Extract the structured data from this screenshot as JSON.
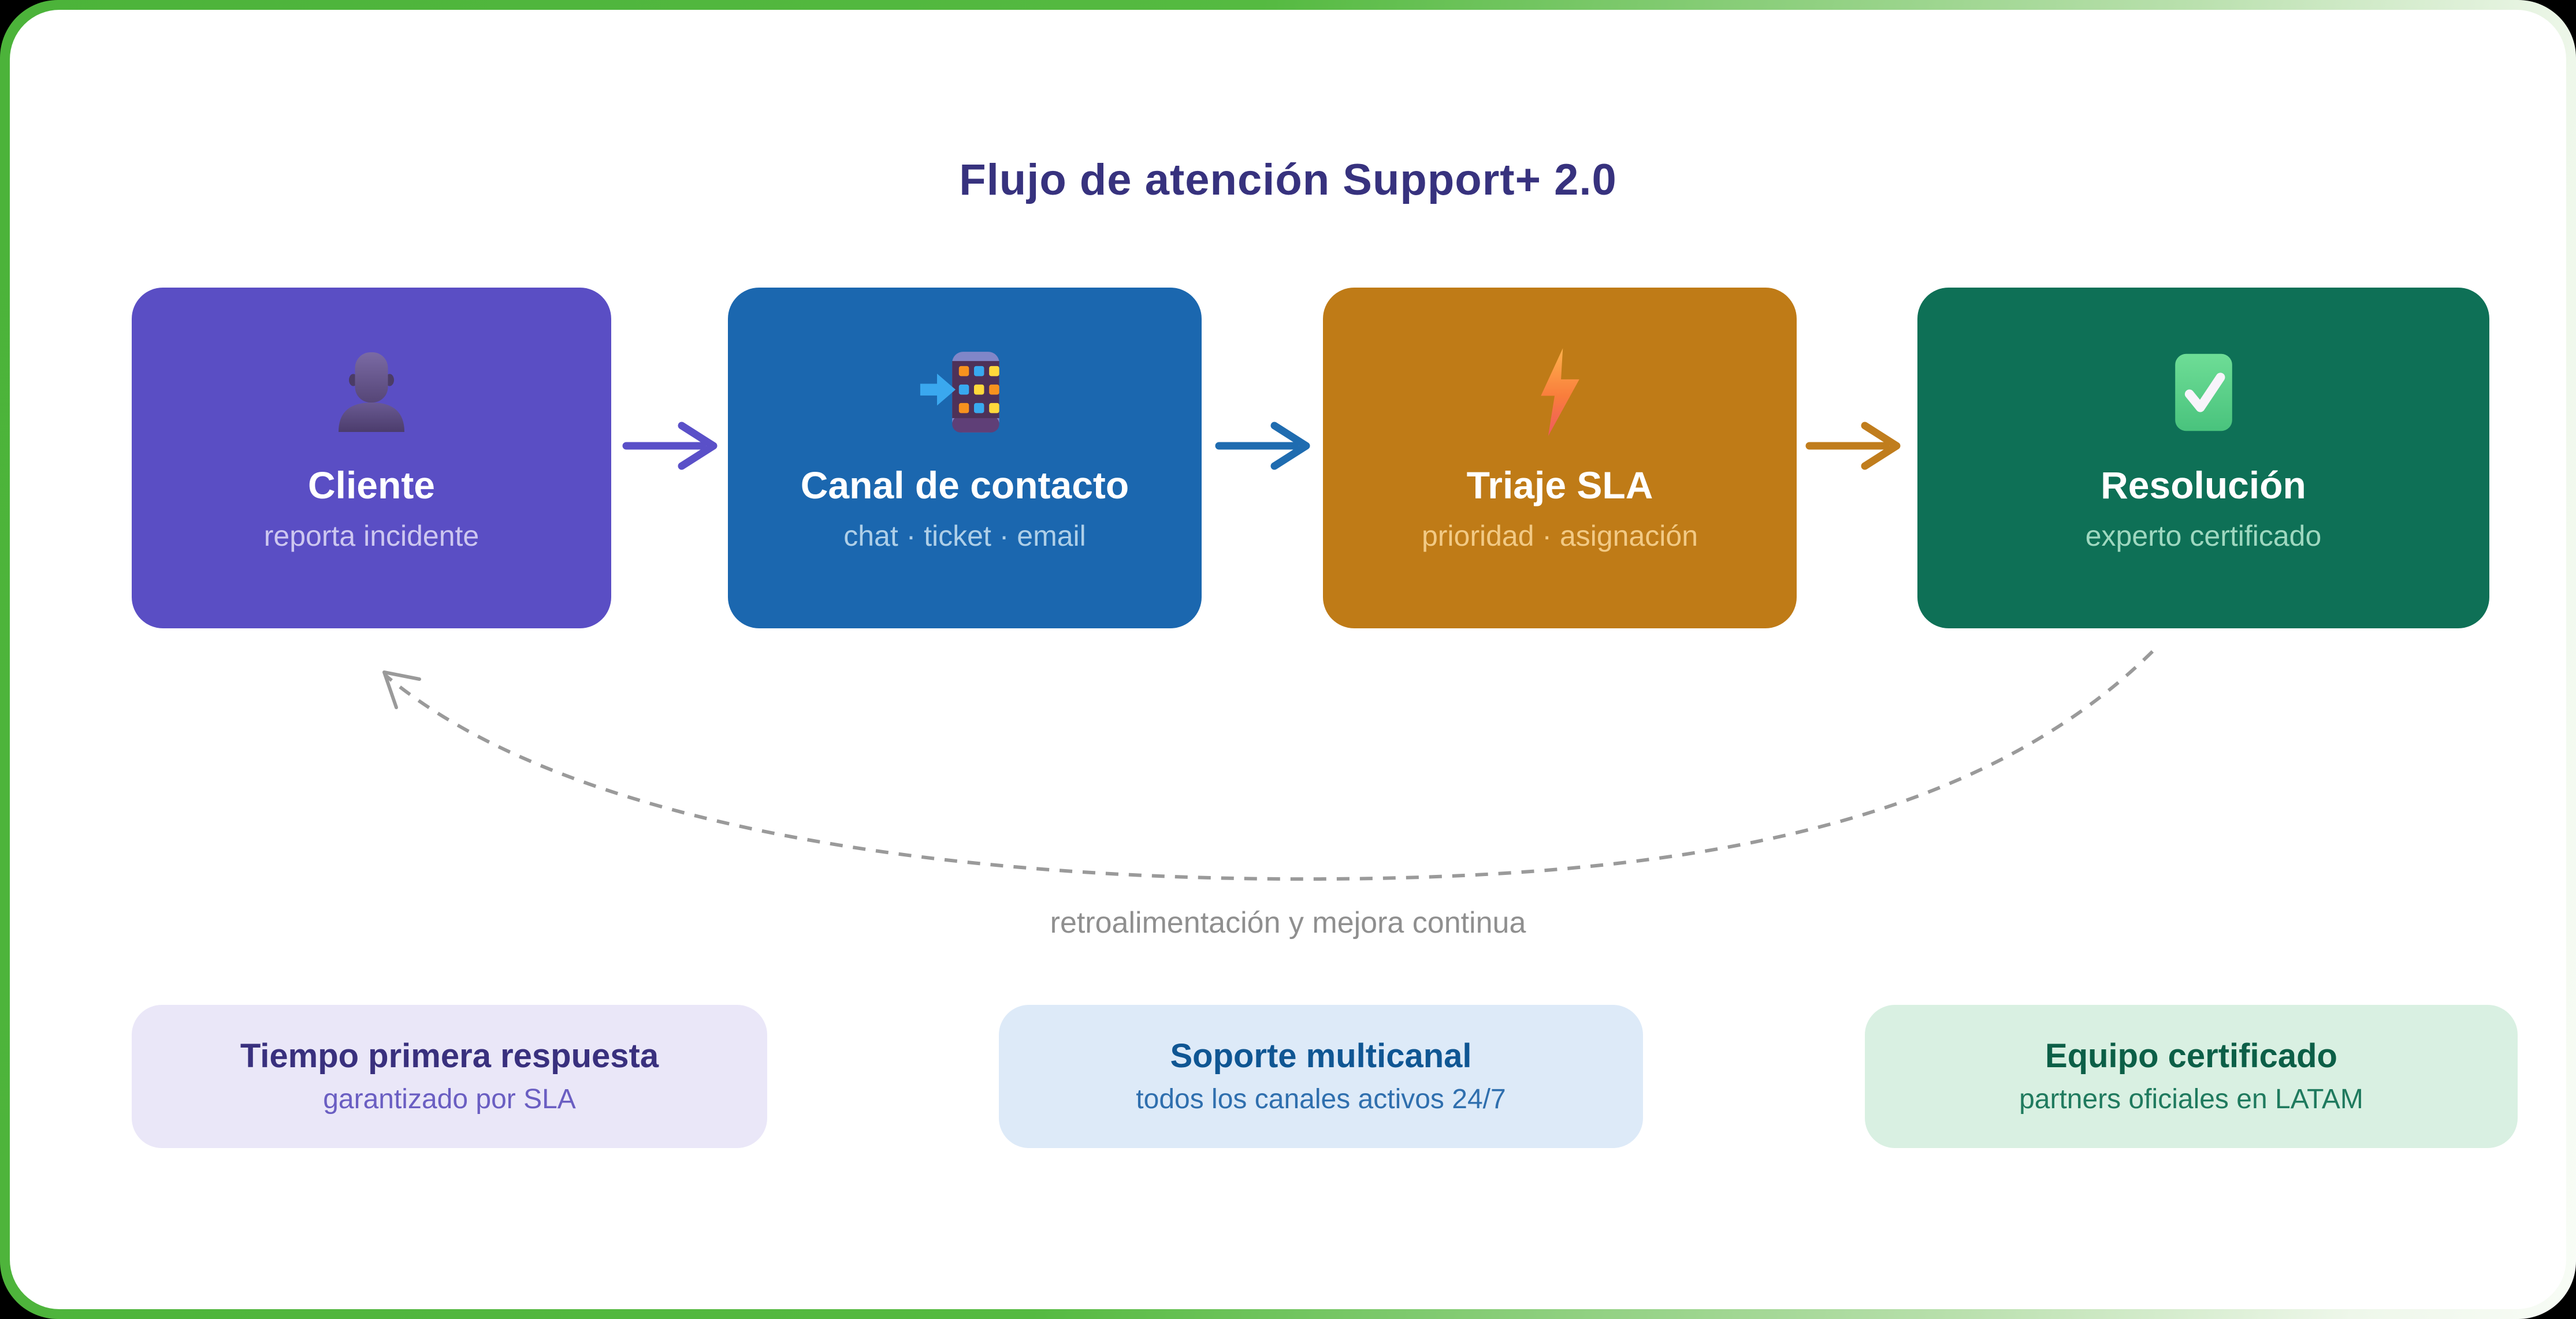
{
  "frame": {
    "page_background": "#000000",
    "border_gradient_start": "#4cb33a",
    "border_gradient_end": "#f8fcf6",
    "card_background": "#ffffff"
  },
  "title": {
    "text": "Flujo de atención Support+ 2.0",
    "color": "#37327e"
  },
  "flow": {
    "steps": [
      {
        "label": "Cliente",
        "sublabel": "reporta incidente",
        "background": "#5a4ec4",
        "label_color": "#ffffff",
        "sublabel_color": "#cdc7f0",
        "icon": "person-icon"
      },
      {
        "label": "Canal de contacto",
        "sublabel": "chat · ticket · email",
        "background": "#1b67af",
        "label_color": "#ffffff",
        "sublabel_color": "#aecfe8",
        "icon": "phone-arrow-icon"
      },
      {
        "label": "Triaje SLA",
        "sublabel": "prioridad · asignación",
        "background": "#bf7b17",
        "label_color": "#ffffff",
        "sublabel_color": "#f2ca85",
        "icon": "lightning-icon"
      },
      {
        "label": "Resolución",
        "sublabel": "experto certificado",
        "background": "#0e7056",
        "label_color": "#ffffff",
        "sublabel_color": "#9fd8c0",
        "icon": "check-icon"
      }
    ],
    "connectors": [
      {
        "color": "#5a50c8"
      },
      {
        "color": "#1f6cb0"
      },
      {
        "color": "#c07d1d"
      }
    ],
    "feedback": {
      "label": "retroalimentación y mejora continua",
      "label_color": "#8f8f8f",
      "line_color": "#9a9a9a"
    }
  },
  "summary_cards": [
    {
      "title": "Tiempo primera respuesta",
      "subtitle": "garantizado por SLA",
      "background": "#eae7f8",
      "title_color": "#39307e",
      "subtitle_color": "#6a5ec2"
    },
    {
      "title": "Soporte multicanal",
      "subtitle": "todos los canales activos 24/7",
      "background": "#ddeaf8",
      "title_color": "#0f5693",
      "subtitle_color": "#2f6fae"
    },
    {
      "title": "Equipo certificado",
      "subtitle": "partners oficiales en LATAM",
      "background": "#d9f0e2",
      "title_color": "#0c5f47",
      "subtitle_color": "#1f7a5e"
    }
  ]
}
